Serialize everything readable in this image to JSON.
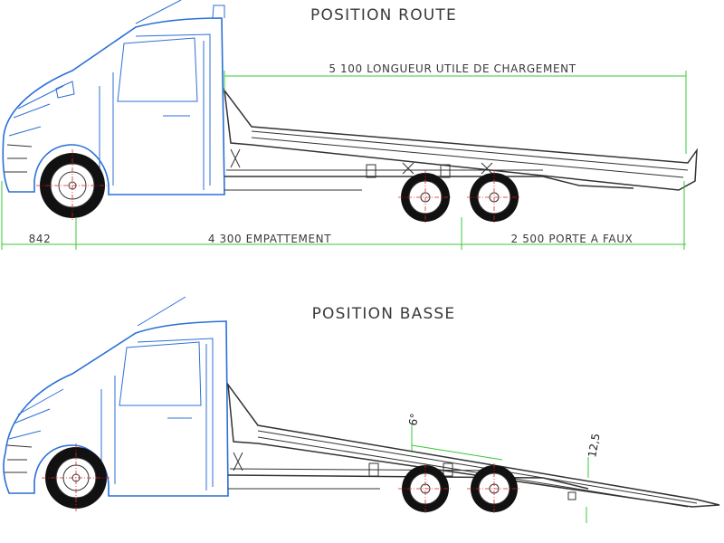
{
  "views": {
    "top": {
      "title": "POSITION ROUTE",
      "dim_total": "5 100 LONGUEUR UTILE DE CHARGEMENT",
      "dim_front": "842",
      "dim_wheelbase": "4 300 EMPATTEMENT",
      "dim_overhang": "2 500 PORTE A FAUX"
    },
    "bottom": {
      "title": "POSITION BASSE",
      "angle_label": "6°",
      "ramp_label": "12,5"
    }
  },
  "colors": {
    "cab": "#2b6fd6",
    "body": "#333333",
    "dimension": "#37c837",
    "axis": "#e02020"
  }
}
